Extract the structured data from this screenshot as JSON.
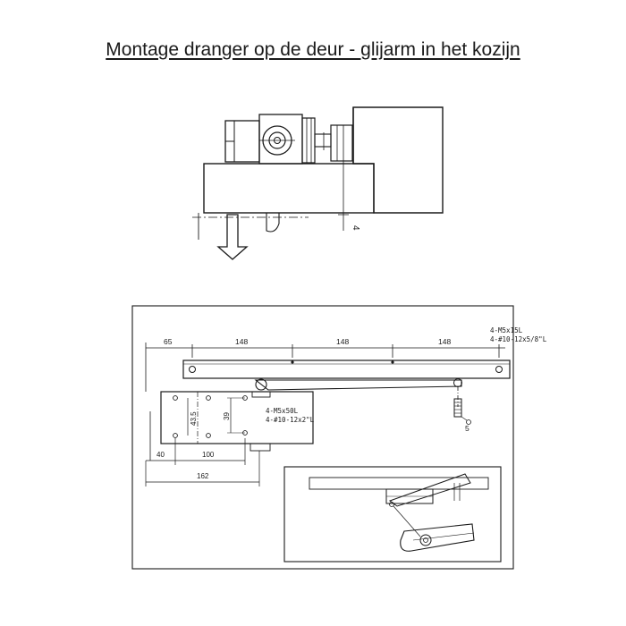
{
  "title": "Montage dranger op de deur - glijarm in het kozijn",
  "top_view": {
    "gap_label": "4"
  },
  "front_view": {
    "dims_top": [
      "65",
      "148",
      "148",
      "148"
    ],
    "screw_spec_arm": [
      "4-M5x15L",
      "4-#10-12x5/8\"L"
    ],
    "screw_spec_body": [
      "4-M5x50L",
      "4-#10-12x2\"L"
    ],
    "dim_43_5": "43.5",
    "dim_39": "39",
    "dim_40": "40",
    "dim_100": "100",
    "dim_162": "162",
    "arm_label": "5"
  }
}
